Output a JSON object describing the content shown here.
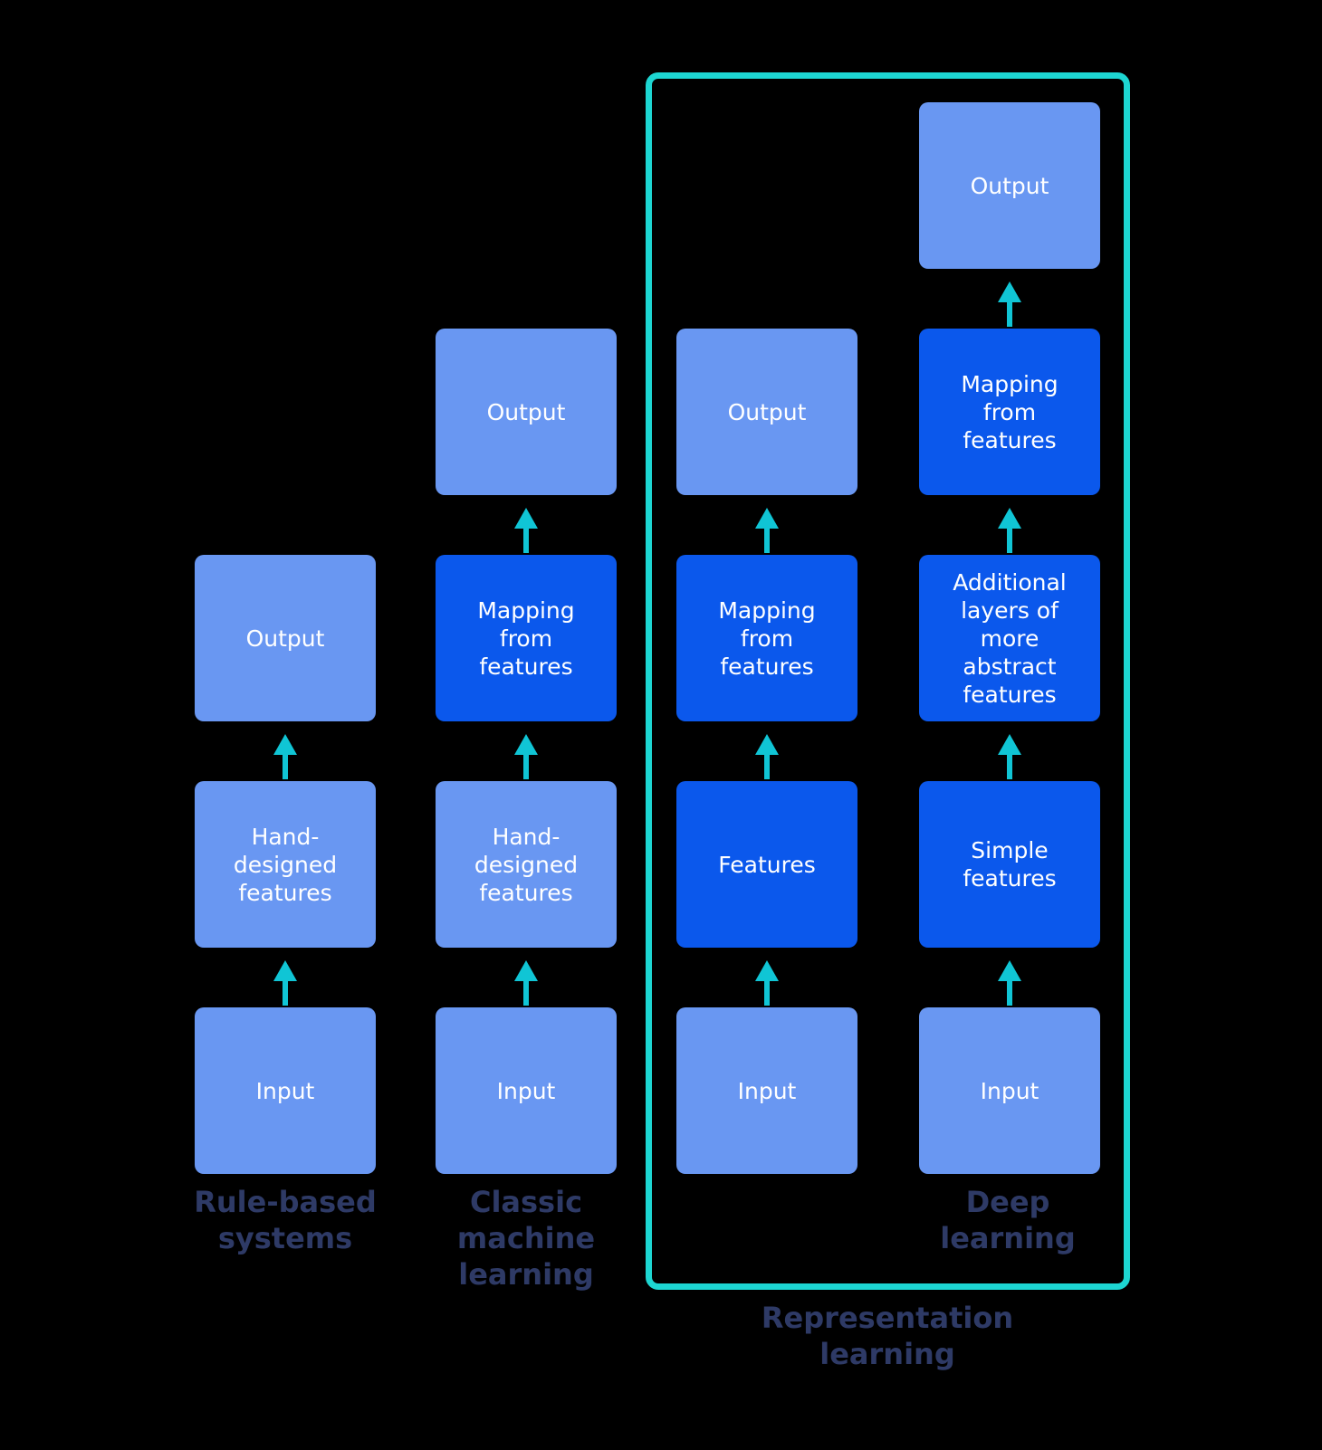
{
  "colors": {
    "bg": "#000000",
    "box_light": "#6997f2",
    "box_dark": "#0b58ec",
    "arrow": "#10c5d5",
    "frame": "#1dd6d2",
    "label_text": "#2e3a66",
    "box_text": "#ffffff"
  },
  "frame_label": "Representation\nlearning",
  "columns": [
    {
      "label": "Rule-based\nsystems",
      "boxes": [
        {
          "text": "Output",
          "variant": "light"
        },
        {
          "text": "Hand-\ndesigned\nfeatures",
          "variant": "light"
        },
        {
          "text": "Input",
          "variant": "light"
        }
      ]
    },
    {
      "label": "Classic\nmachine\nlearning",
      "boxes": [
        {
          "text": "Output",
          "variant": "light"
        },
        {
          "text": "Mapping\nfrom\nfeatures",
          "variant": "dark"
        },
        {
          "text": "Hand-\ndesigned\nfeatures",
          "variant": "light"
        },
        {
          "text": "Input",
          "variant": "light"
        }
      ]
    },
    {
      "label": "",
      "boxes": [
        {
          "text": "Output",
          "variant": "light"
        },
        {
          "text": "Mapping\nfrom\nfeatures",
          "variant": "dark"
        },
        {
          "text": "Features",
          "variant": "dark"
        },
        {
          "text": "Input",
          "variant": "light"
        }
      ]
    },
    {
      "label": "Deep\nlearning",
      "boxes": [
        {
          "text": "Output",
          "variant": "light"
        },
        {
          "text": "Mapping\nfrom\nfeatures",
          "variant": "dark"
        },
        {
          "text": "Additional\nlayers of\nmore\nabstract\nfeatures",
          "variant": "dark"
        },
        {
          "text": "Simple\nfeatures",
          "variant": "dark"
        },
        {
          "text": "Input",
          "variant": "light"
        }
      ]
    }
  ]
}
